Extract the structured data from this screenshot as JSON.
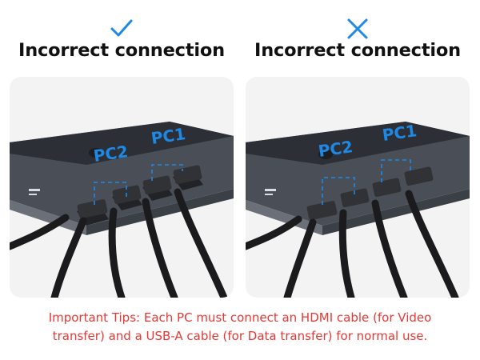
{
  "panels": [
    {
      "mark_icon": "checkmark-icon",
      "mark_color": "#1e88e5",
      "title": "Incorrect connection",
      "label_pc2": "PC2",
      "label_pc1": "PC1"
    },
    {
      "mark_icon": "cross-icon",
      "mark_color": "#1e88e5",
      "title": "Incorrect connection",
      "label_pc2": "PC2",
      "label_pc1": "PC1"
    }
  ],
  "tip": {
    "line1": "Important Tips: Each PC must connect an HDMI cable (for Video",
    "line2": "transfer) and a USB-A cable (for Data transfer) for normal use."
  },
  "colors": {
    "accent": "#1e88e5",
    "tip_text": "#e53935",
    "device_body": "#4a4f57",
    "cable": "#1b1b1d"
  }
}
